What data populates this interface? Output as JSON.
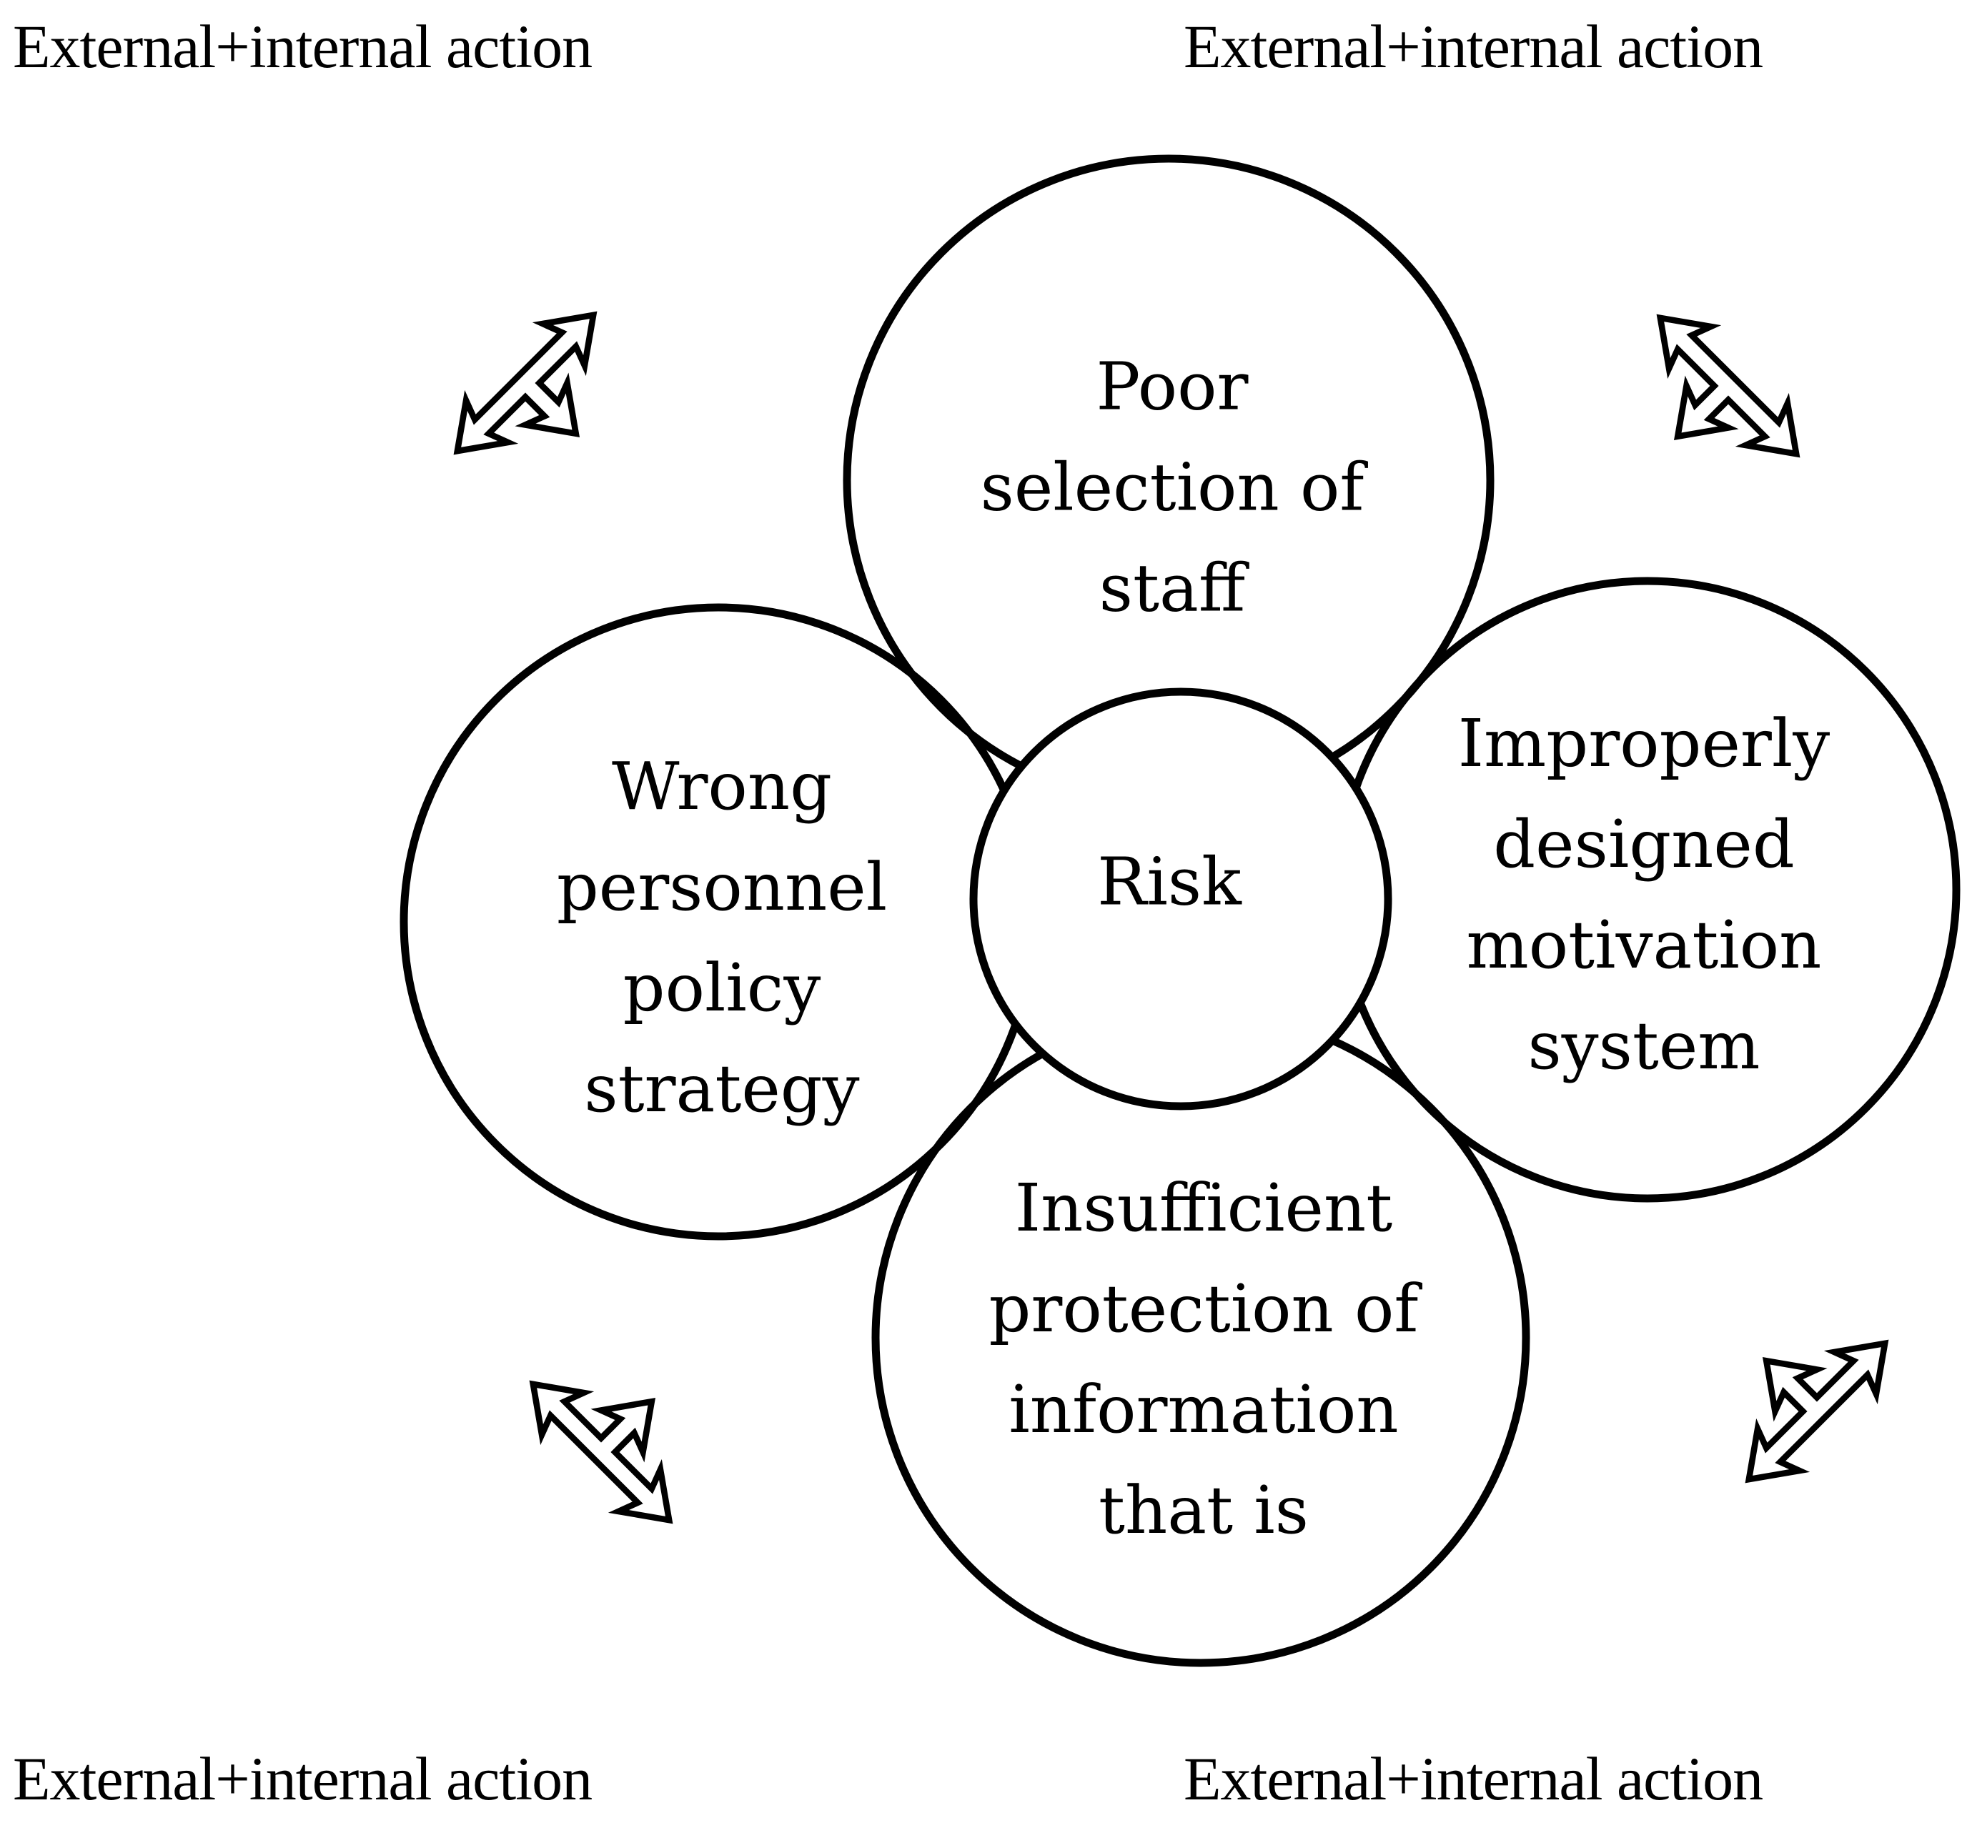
{
  "colors": {
    "stroke": "#000000",
    "background": "#ffffff"
  },
  "corner_labels": {
    "top_left": "External+internal action",
    "top_right": "External+internal action",
    "bottom_left": "External+internal action",
    "bottom_right": "External+internal action"
  },
  "center_circle": {
    "label": "Risk"
  },
  "satellite_circles": {
    "top": {
      "lines": [
        "Poor",
        "selection of",
        "staff"
      ]
    },
    "left": {
      "lines": [
        "Wrong",
        "personnel",
        "policy",
        "strategy"
      ]
    },
    "right": {
      "lines": [
        "Improperly",
        "designed",
        "motivation",
        "system"
      ]
    },
    "bottom": {
      "lines": [
        "Insufficient",
        "protection of",
        "information",
        "that is"
      ]
    }
  },
  "icons": {
    "top_left": "three-way-arrows",
    "top_right": "three-way-arrows",
    "bottom_left": "three-way-arrows",
    "bottom_right": "three-way-arrows"
  }
}
